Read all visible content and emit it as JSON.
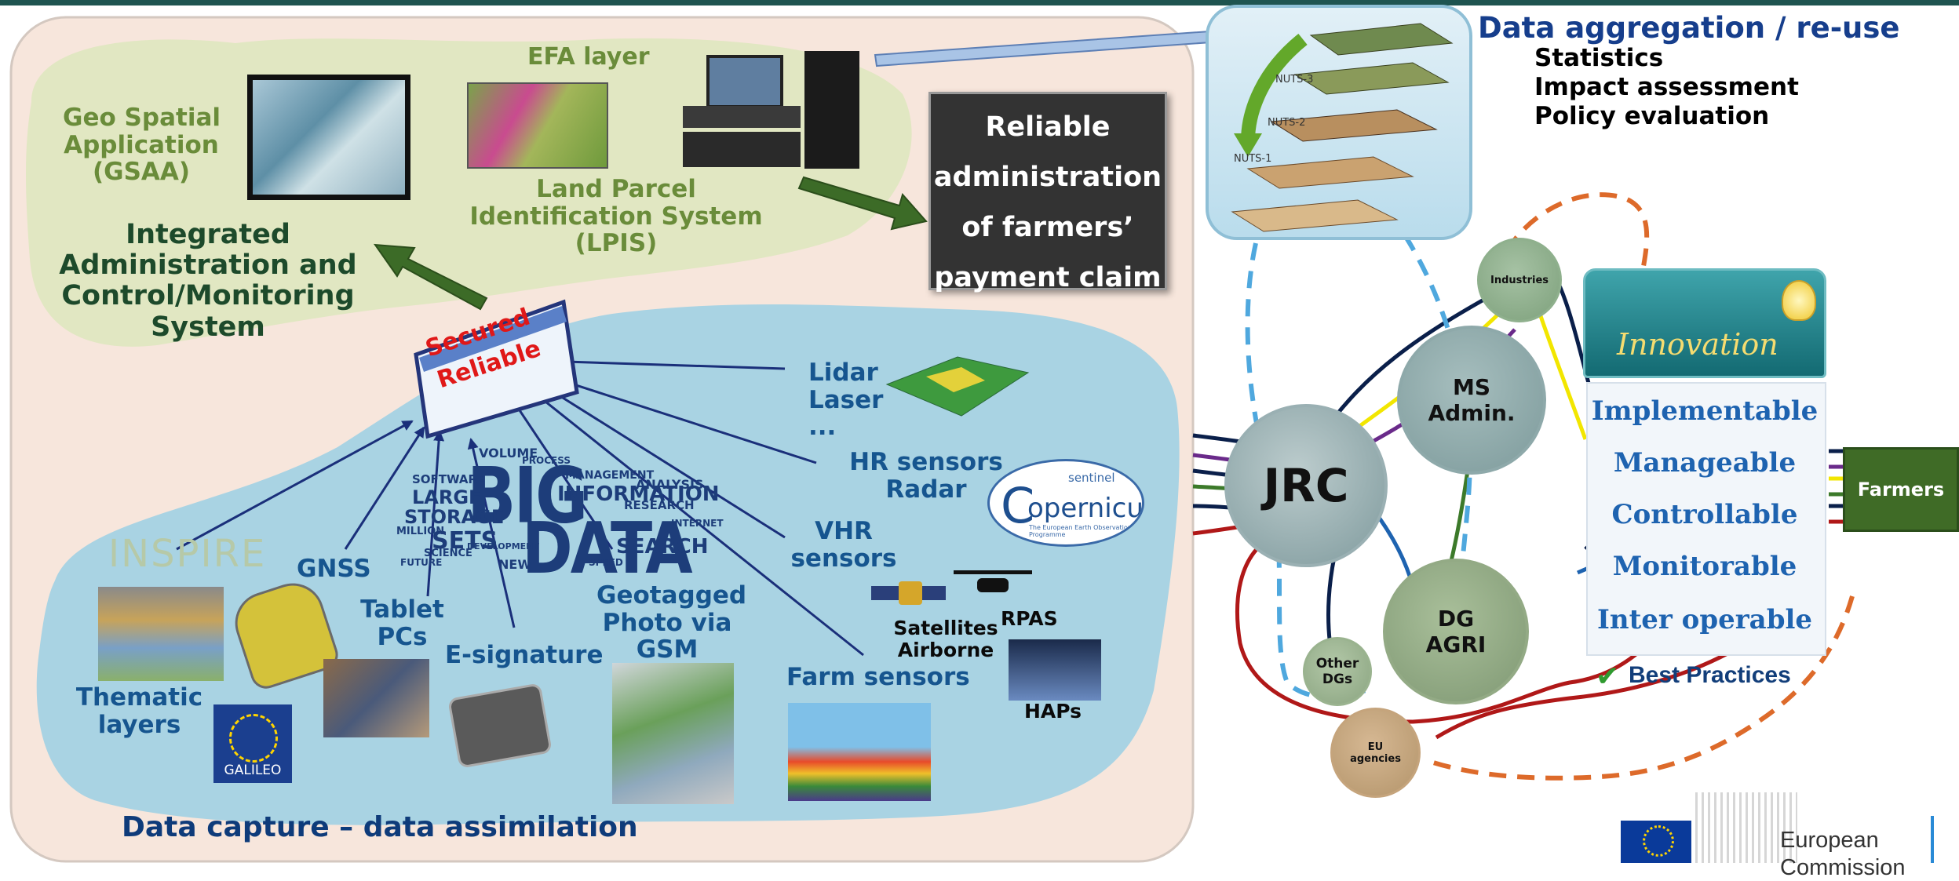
{
  "colors": {
    "top_bar": "#1f5450",
    "left_panel_bg": "#f7e6dc",
    "green_cloud": "#dfe7c0",
    "blue_water": "#a9d3e3",
    "admin_box": "#333333",
    "farmers_box": "#3f6b26",
    "innovation_head": "#1f7f86",
    "text_blue": "#16558f"
  },
  "labels": {
    "efa_layer": "EFA layer",
    "gsaa": [
      "Geo Spatial",
      "Application",
      "(GSAA)"
    ],
    "lpis": [
      "Land Parcel",
      "Identification System",
      "(LPIS)"
    ],
    "iacs": [
      "Integrated",
      "Administration and",
      "Control/Monitoring",
      "System"
    ],
    "admin_box": [
      "Reliable",
      "administration",
      "of farmers’",
      "payment claim"
    ],
    "secured": "Secured",
    "reliable": "Reliable",
    "lidar": [
      "Lidar",
      "Laser",
      "..."
    ],
    "hr_sensors": [
      "HR sensors",
      "Radar"
    ],
    "vhr_sensors": [
      "VHR",
      "sensors"
    ],
    "gnss": "GNSS",
    "tablet": [
      "Tablet",
      "PCs"
    ],
    "esignature": "E-signature",
    "geotagged": [
      "Geotagged",
      "Photo via",
      "GSM"
    ],
    "farm_sensors": "Farm sensors",
    "satellites": [
      "Satellites",
      "Airborne"
    ],
    "rpas": "RPAS",
    "haps": "HAPs",
    "thematic": [
      "Thematic",
      "layers"
    ],
    "inspire": "INSPIRE",
    "galileo": "GALILEO",
    "data_capture": "Data capture – data assimilation",
    "copernicus": "opernicus",
    "copernicus_c": "C",
    "copernicus_sentinel": "sentinel",
    "copernicus_sub": "The European Earth Observation Programme",
    "nuts1": "NUTS-1",
    "nuts2": "NUTS-2",
    "nuts3": "NUTS-3"
  },
  "big_data_words": {
    "big": "BIG",
    "data": "DATA",
    "words": [
      "LARGE",
      "STORAGE",
      "SETS",
      "INFORMATION",
      "SEARCH",
      "ANALYSIS",
      "VOLUME",
      "SOFTWARE",
      "MILLION",
      "MANAGEMENT",
      "RESEARCH",
      "SCIENCE",
      "NEW",
      "DEVELOPMENT",
      "INTERNET",
      "FUTURE",
      "SPEED",
      "PROCESS"
    ]
  },
  "aggregation": {
    "title": "Data aggregation / re-use",
    "items": [
      "Statistics",
      "Impact assessment",
      "Policy evaluation"
    ]
  },
  "nodes": {
    "jrc": "JRC",
    "ms_admin": [
      "MS",
      "Admin."
    ],
    "dg_agri": [
      "DG",
      "AGRI"
    ],
    "industries": "Industries",
    "other_dgs": [
      "Other",
      "DGs"
    ],
    "eu_agencies": [
      "EU",
      "agencies"
    ]
  },
  "innovation": {
    "title": "Innovation",
    "items": [
      "Implementable",
      "Manageable",
      "Controllable",
      "Monitorable",
      "Inter operable"
    ],
    "best_practices": "Best Practices"
  },
  "farmers": "Farmers",
  "ec_logo": [
    "European",
    "Commission"
  ]
}
